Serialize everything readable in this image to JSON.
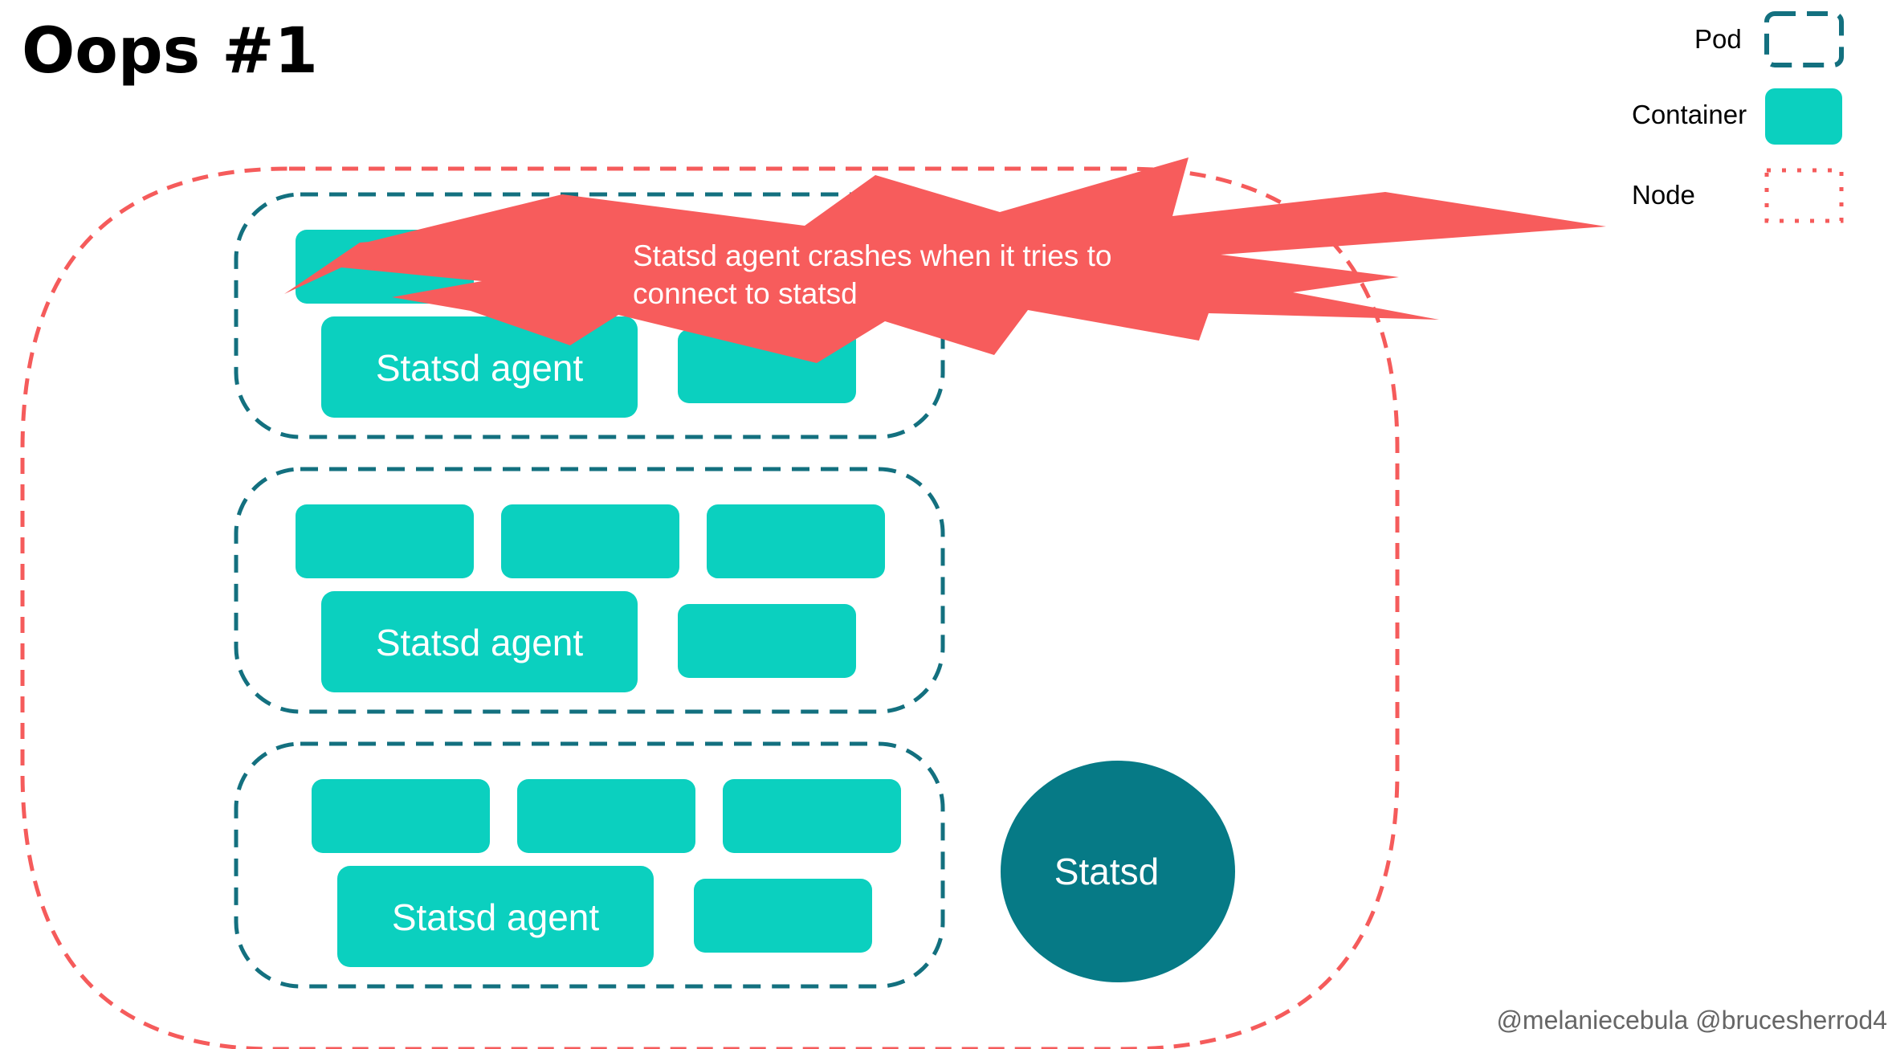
{
  "slide": {
    "title": "Oops #1",
    "footer": "@melaniecebula @brucesherrod4"
  },
  "legend": {
    "pod": "Pod",
    "container": "Container",
    "node": "Node"
  },
  "pods": [
    {
      "agent_label": "Statsd agent"
    },
    {
      "agent_label": "Statsd agent"
    },
    {
      "agent_label": "Statsd agent"
    }
  ],
  "statsd": {
    "label": "Statsd"
  },
  "callout": {
    "line1": "Statsd agent crashes when it tries to",
    "line2": "connect to statsd"
  },
  "colors": {
    "pod_border": "#13707f",
    "container_fill": "#0bd0bf",
    "node_border": "#f55b5b",
    "statsd_fill": "#067a86",
    "callout_fill": "#f75c5c"
  },
  "icons": {
    "callout_shape": "explosion-starburst"
  }
}
